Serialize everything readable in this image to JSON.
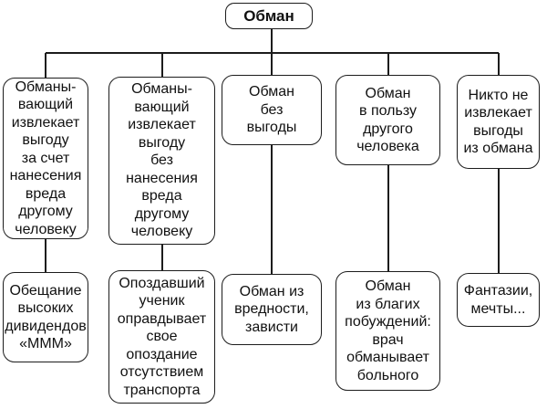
{
  "diagram": {
    "title": "Обман",
    "categories": [
      {
        "label": "Обманы-\nвающий\nизвлекает\nвыгоду\nза счет\nнанесения\nвреда\nдругому\nчеловеку"
      },
      {
        "label": "Обманы-\nвающий\nизвлекает\nвыгоду\nбез\nнанесения\nвреда\nдругому\nчеловеку"
      },
      {
        "label": "Обман\nбез\nвыгоды"
      },
      {
        "label": "Обман\nв пользу\nдругого\nчеловека"
      },
      {
        "label": "Никто не\nизвлекает\nвыгоды\nиз обмана"
      }
    ],
    "examples": [
      {
        "label": "Обещание\nвысоких\nдивидендов\n«МММ»"
      },
      {
        "label": "Опоздавший\nученик\nоправдывает\nсвое\nопоздание\nотсутствием\nтранспорта"
      },
      {
        "label": "Обман из\nвредности,\nзависти"
      },
      {
        "label": "Обман\nиз благих\nпобуждений:\nврач\nобманывает\nбольного"
      },
      {
        "label": "Фантазии,\nмечты..."
      }
    ],
    "colors": {
      "line": "#1c1c1c",
      "text": "#111111",
      "background": "#ffffff"
    }
  }
}
